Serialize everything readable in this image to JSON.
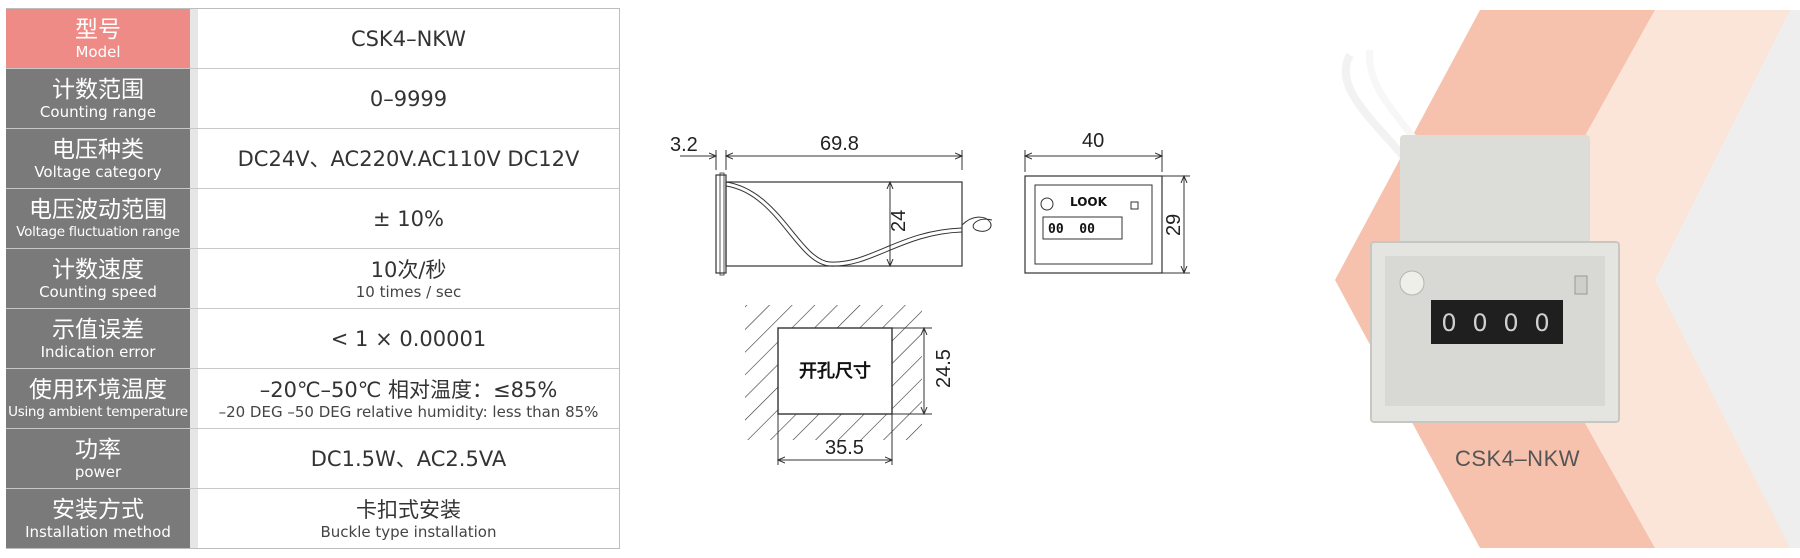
{
  "spec_table": {
    "rows": [
      {
        "label_cn": "型号",
        "label_en": "Model",
        "value": "CSK4–NKW",
        "value_sub": ""
      },
      {
        "label_cn": "计数范围",
        "label_en": "Counting range",
        "value": "0–9999",
        "value_sub": ""
      },
      {
        "label_cn": "电压种类",
        "label_en": "Voltage category",
        "value": "DC24V、AC220V.AC110V DC12V",
        "value_sub": ""
      },
      {
        "label_cn": "电压波动范围",
        "label_en": "Voltage fluctuation range",
        "value": "± 10%",
        "value_sub": ""
      },
      {
        "label_cn": "计数速度",
        "label_en": "Counting speed",
        "value": "10次/秒",
        "value_sub": "10 times / sec"
      },
      {
        "label_cn": "示值误差",
        "label_en": "Indication error",
        "value": "< 1 × 0.00001",
        "value_sub": ""
      },
      {
        "label_cn": "使用环境温度",
        "label_en": "Using ambient temperature",
        "value": "–20℃–50℃ 相对温度：≤85%",
        "value_sub": "–20 DEG –50 DEG relative humidity: less than 85%"
      },
      {
        "label_cn": "功率",
        "label_en": "power",
        "value": "DC1.5W、AC2.5VA",
        "value_sub": ""
      },
      {
        "label_cn": "安装方式",
        "label_en": "Installation method",
        "value": "卡扣式安装",
        "value_sub": "Buckle type installation"
      }
    ]
  },
  "drawing": {
    "dim_flange": "3.2",
    "dim_length": "69.8",
    "dim_height_side": "24",
    "dim_width_front": "40",
    "dim_height_front": "29",
    "front_label": "LOOK",
    "front_digits": "00  00",
    "cutout_label": "开孔尺寸",
    "dim_cutout_h": "24.5",
    "dim_cutout_w": "35.5"
  },
  "product": {
    "caption": "CSK4–NKW",
    "counter_digits": [
      "0",
      "0",
      "0",
      "0"
    ],
    "colors": {
      "accent_peach": "#f6c2ad",
      "accent_light": "#fbe5d9",
      "grey_stripe": "#eeeeee"
    }
  }
}
